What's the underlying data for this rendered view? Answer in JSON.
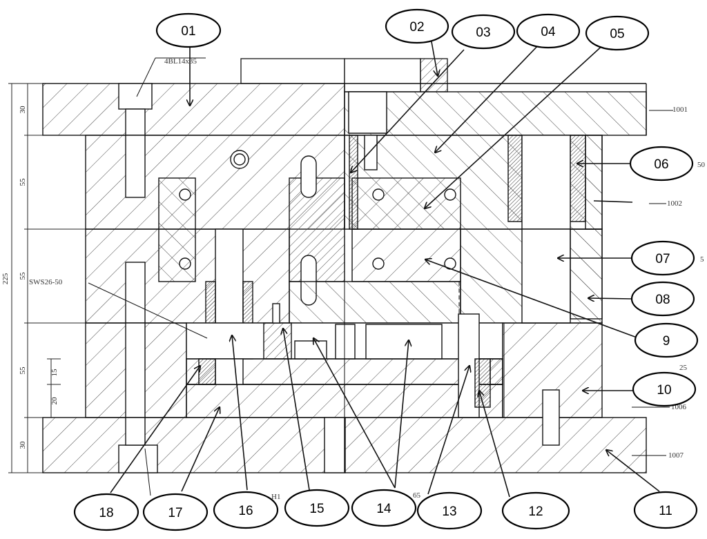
{
  "diagram": {
    "callouts": [
      "01",
      "02",
      "03",
      "04",
      "05",
      "06",
      "07",
      "08",
      "9",
      "10",
      "11",
      "12",
      "13",
      "14",
      "15",
      "16",
      "17",
      "18"
    ],
    "part_codes": [
      "1001",
      "1002",
      "1006",
      "1007"
    ],
    "annotations": {
      "bolt_top": "4BL14x35",
      "spring": "SWS26-50",
      "right_cut_1": "50",
      "right_cut_2": "5",
      "right_cut_3": "25",
      "bottom_cut_1": "H1",
      "bottom_cut_2": "65"
    },
    "dimensions": {
      "total": "225",
      "top_clamp": "30",
      "a_plate": "55",
      "b_plate": "55",
      "support": "55",
      "ejector_upper": "15",
      "ejector_lower": "20",
      "bottom_clamp": "30"
    }
  },
  "colors": {
    "line": "#1a1a1a",
    "hatch": "#444444",
    "background": "#ffffff"
  }
}
